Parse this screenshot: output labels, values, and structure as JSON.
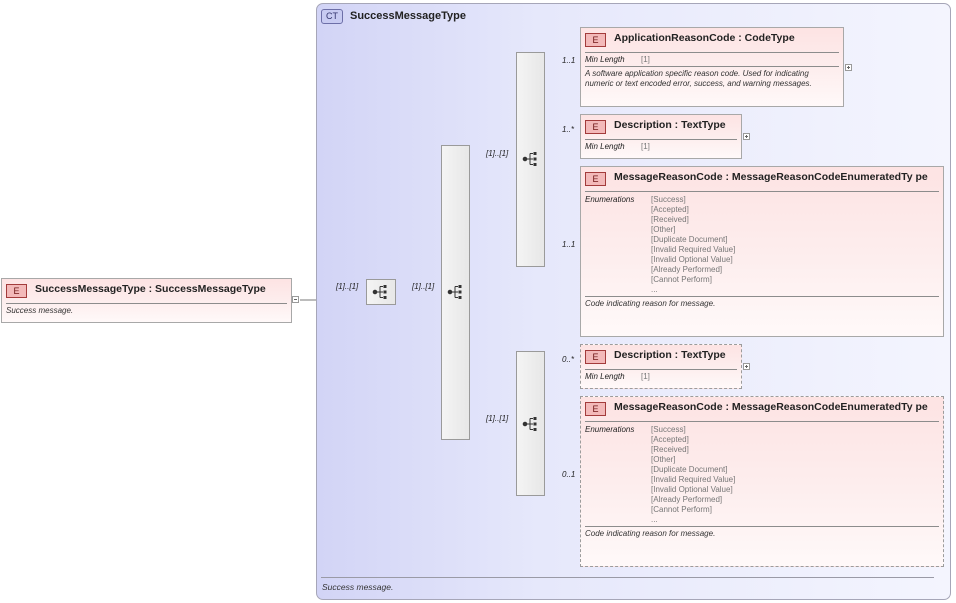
{
  "root": {
    "badge": "E",
    "title": "SuccessMessageType : SuccessMessageType",
    "doc": "Success message."
  },
  "complex_type": {
    "badge": "CT",
    "title": "SuccessMessageType",
    "doc": "Success message."
  },
  "cardinality": {
    "root_to_seq": "[1]..[1]",
    "seq_to_choice": "[1]..[1]",
    "choice_to_seq_a": "[1]..[1]",
    "choice_to_seq_b": "[1]..[1]",
    "app_reason_code": "1..1",
    "description_a": "1..*",
    "msg_reason_code_a": "1..1",
    "description_b": "0..*",
    "msg_reason_code_b": "0..1"
  },
  "elements": {
    "app_reason_code": {
      "badge": "E",
      "title": "ApplicationReasonCode : CodeType",
      "min_length_label": "Min Length",
      "min_length_value": "[1]",
      "doc": "A software application specific reason code. Used for indicating numeric or text encoded error, success, and warning messages."
    },
    "description_a": {
      "badge": "E",
      "title": "Description : TextType",
      "min_length_label": "Min Length",
      "min_length_value": "[1]"
    },
    "msg_reason_code_a": {
      "badge": "E",
      "title": "MessageReasonCode : MessageReasonCodeEnumeratedTy pe",
      "enum_label": "Enumerations",
      "enumerations": [
        "[Success]",
        "[Accepted]",
        "[Received]",
        "[Other]",
        "[Duplicate Document]",
        "[Invalid Required Value]",
        "[Invalid Optional Value]",
        "[Already Performed]",
        "[Cannot Perform]",
        "..."
      ],
      "doc": "Code indicating reason for message."
    },
    "description_b": {
      "badge": "E",
      "title": "Description : TextType",
      "min_length_label": "Min Length",
      "min_length_value": "[1]"
    },
    "msg_reason_code_b": {
      "badge": "E",
      "title": "MessageReasonCode : MessageReasonCodeEnumeratedTy pe",
      "enum_label": "Enumerations",
      "enumerations": [
        "[Success]",
        "[Accepted]",
        "[Received]",
        "[Other]",
        "[Duplicate Document]",
        "[Invalid Required Value]",
        "[Invalid Optional Value]",
        "[Already Performed]",
        "[Cannot Perform]",
        "..."
      ],
      "doc": "Code indicating reason for message."
    }
  },
  "icons": {
    "sequence": "sequence-icon",
    "choice": "choice-icon",
    "expand": "expand-plus-icon",
    "collapse": "collapse-minus-icon"
  },
  "colors": {
    "element_fill": "#fde3e3",
    "element_border": "#a8a8a8",
    "element_badge": "#f3b9b9",
    "complex_type_fill": "#d2d4f6",
    "compositor_fill": "#ececec",
    "connector": "#7a7a7a"
  }
}
